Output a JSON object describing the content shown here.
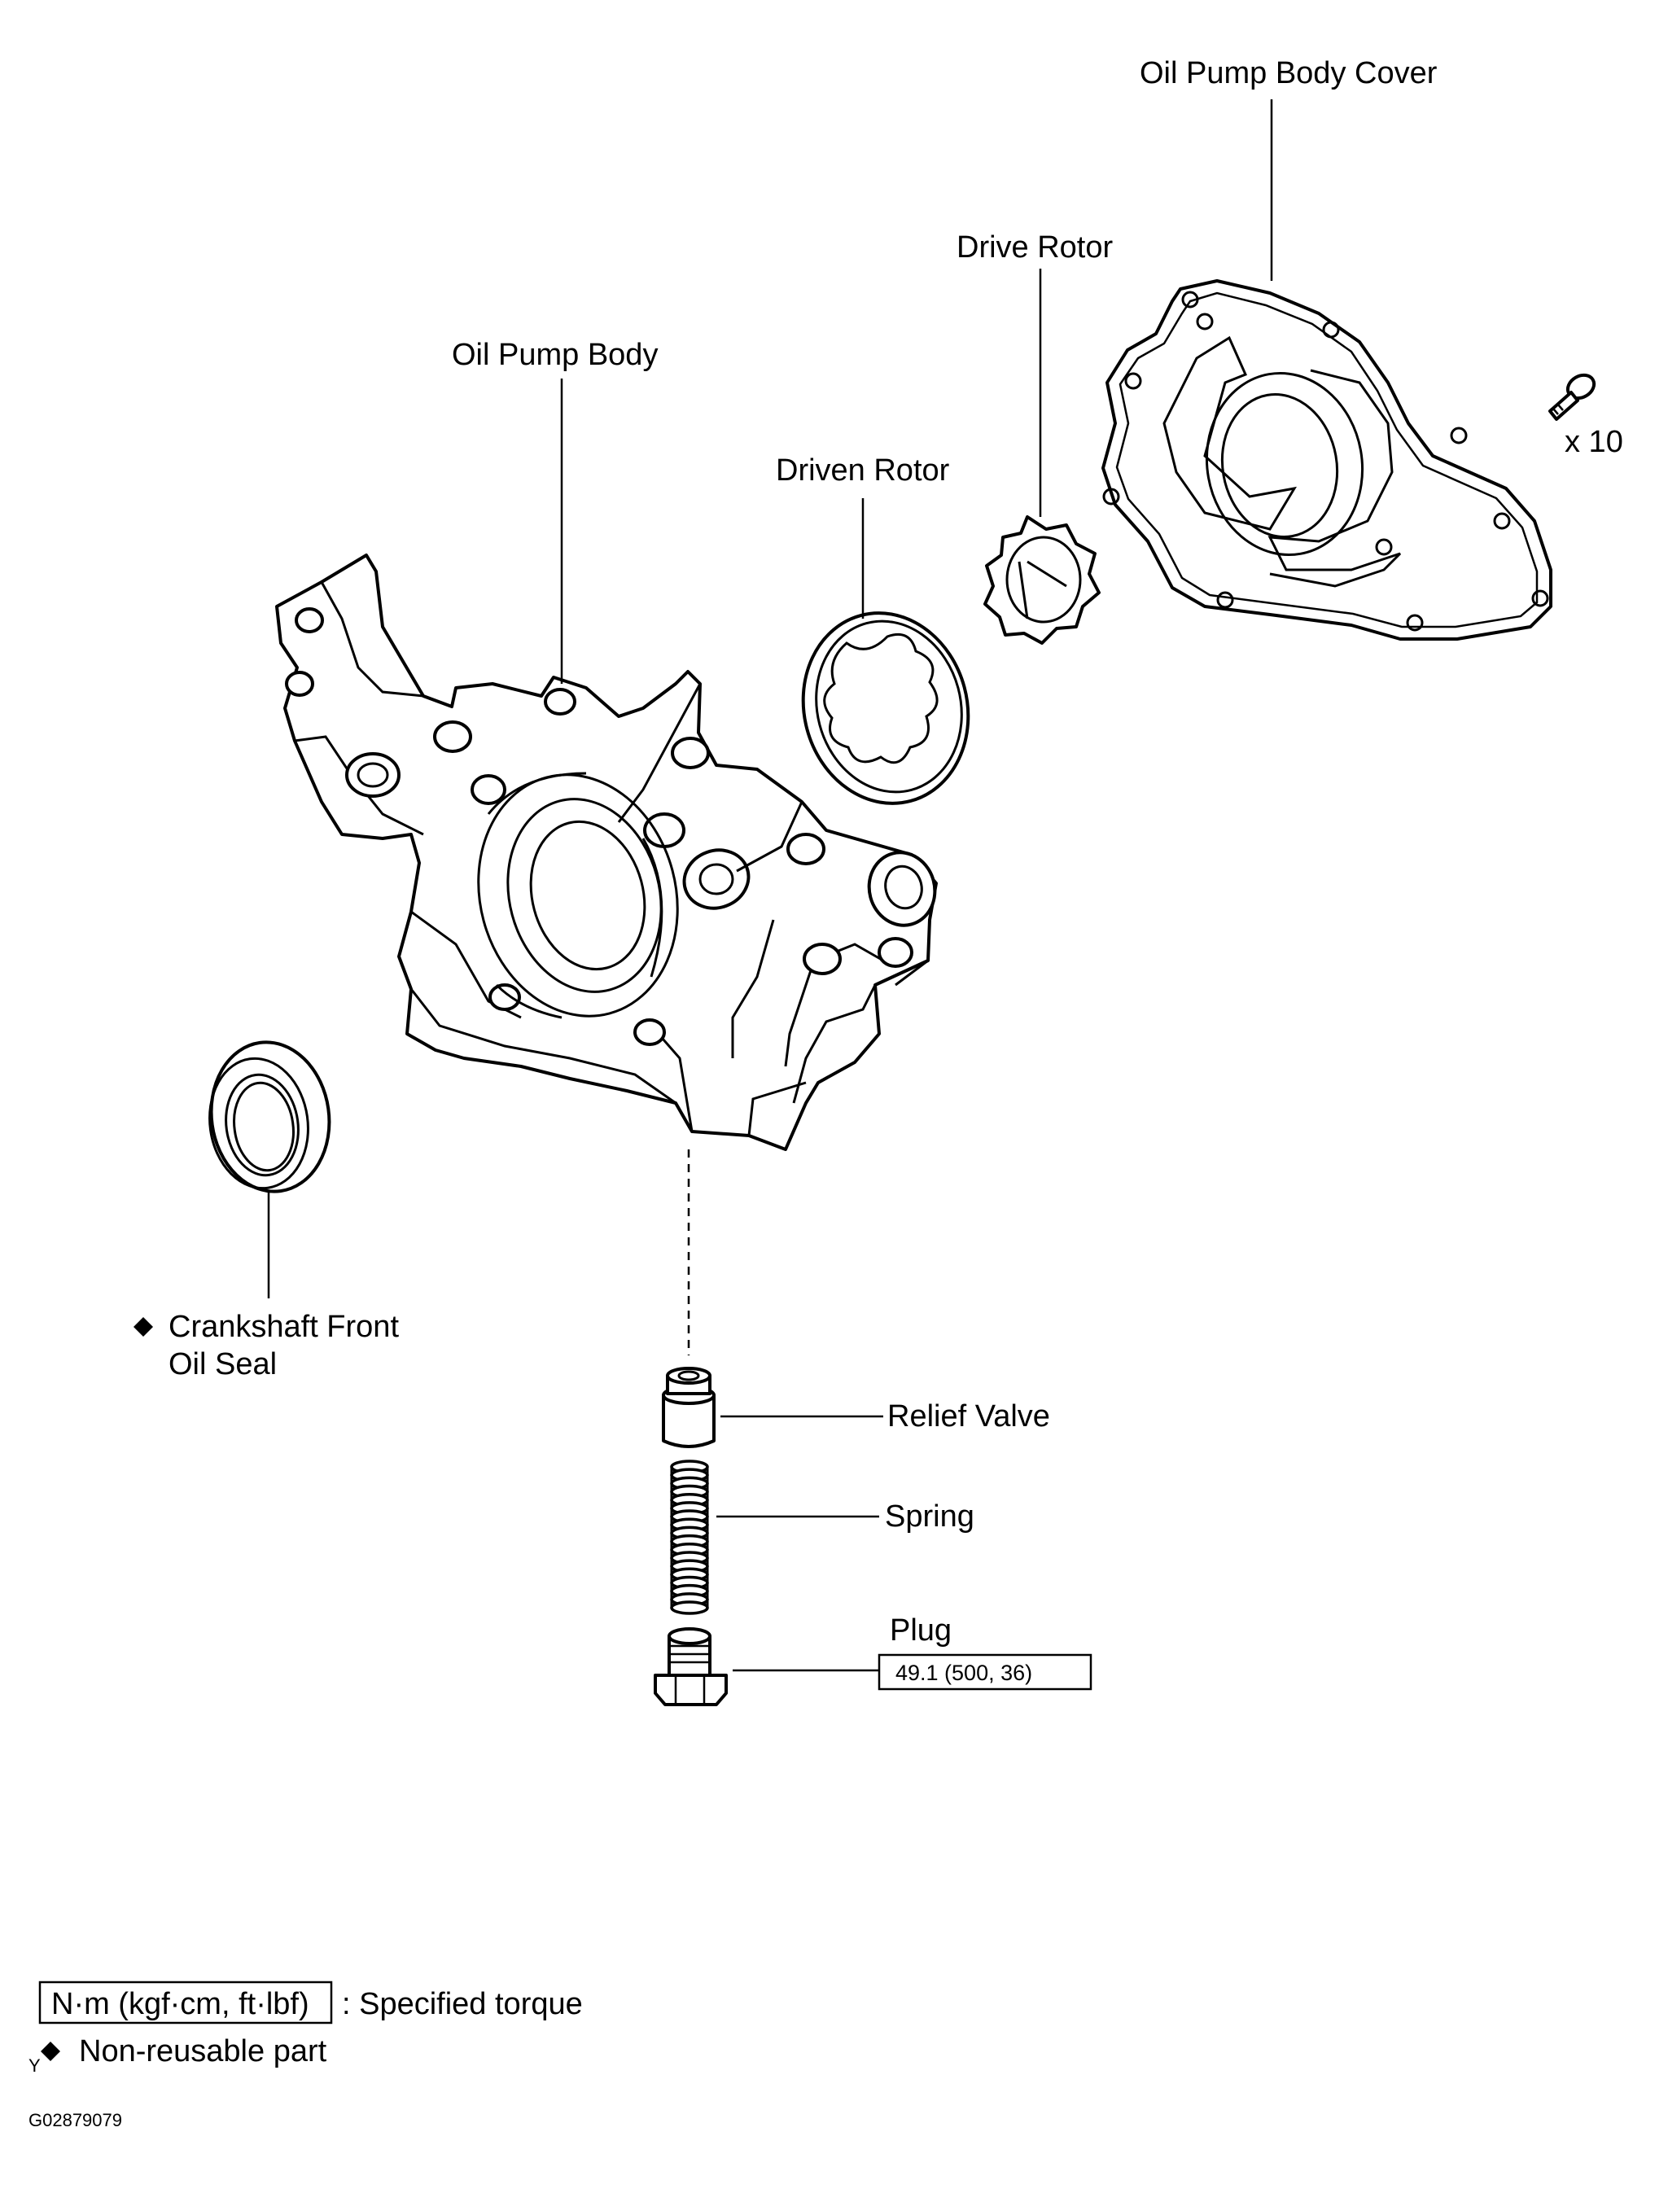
{
  "labels": {
    "cover": "Oil Pump Body Cover",
    "drive_rotor": "Drive Rotor",
    "body": "Oil Pump Body",
    "driven_rotor": "Driven Rotor",
    "bolt_qty": "x 10",
    "seal_line1": "Crankshaft Front",
    "seal_line2": "Oil Seal",
    "relief_valve": "Relief Valve",
    "spring": "Spring",
    "plug": "Plug",
    "plug_torque": "49.1 (500, 36)"
  },
  "legend": {
    "torque_unit": "N·m (kgf·cm, ft·lbf)",
    "torque_desc": ": Specified torque",
    "nonreusable_desc": "Non-reusable part",
    "y_mark": "Y"
  },
  "figure_id": "G02879079"
}
